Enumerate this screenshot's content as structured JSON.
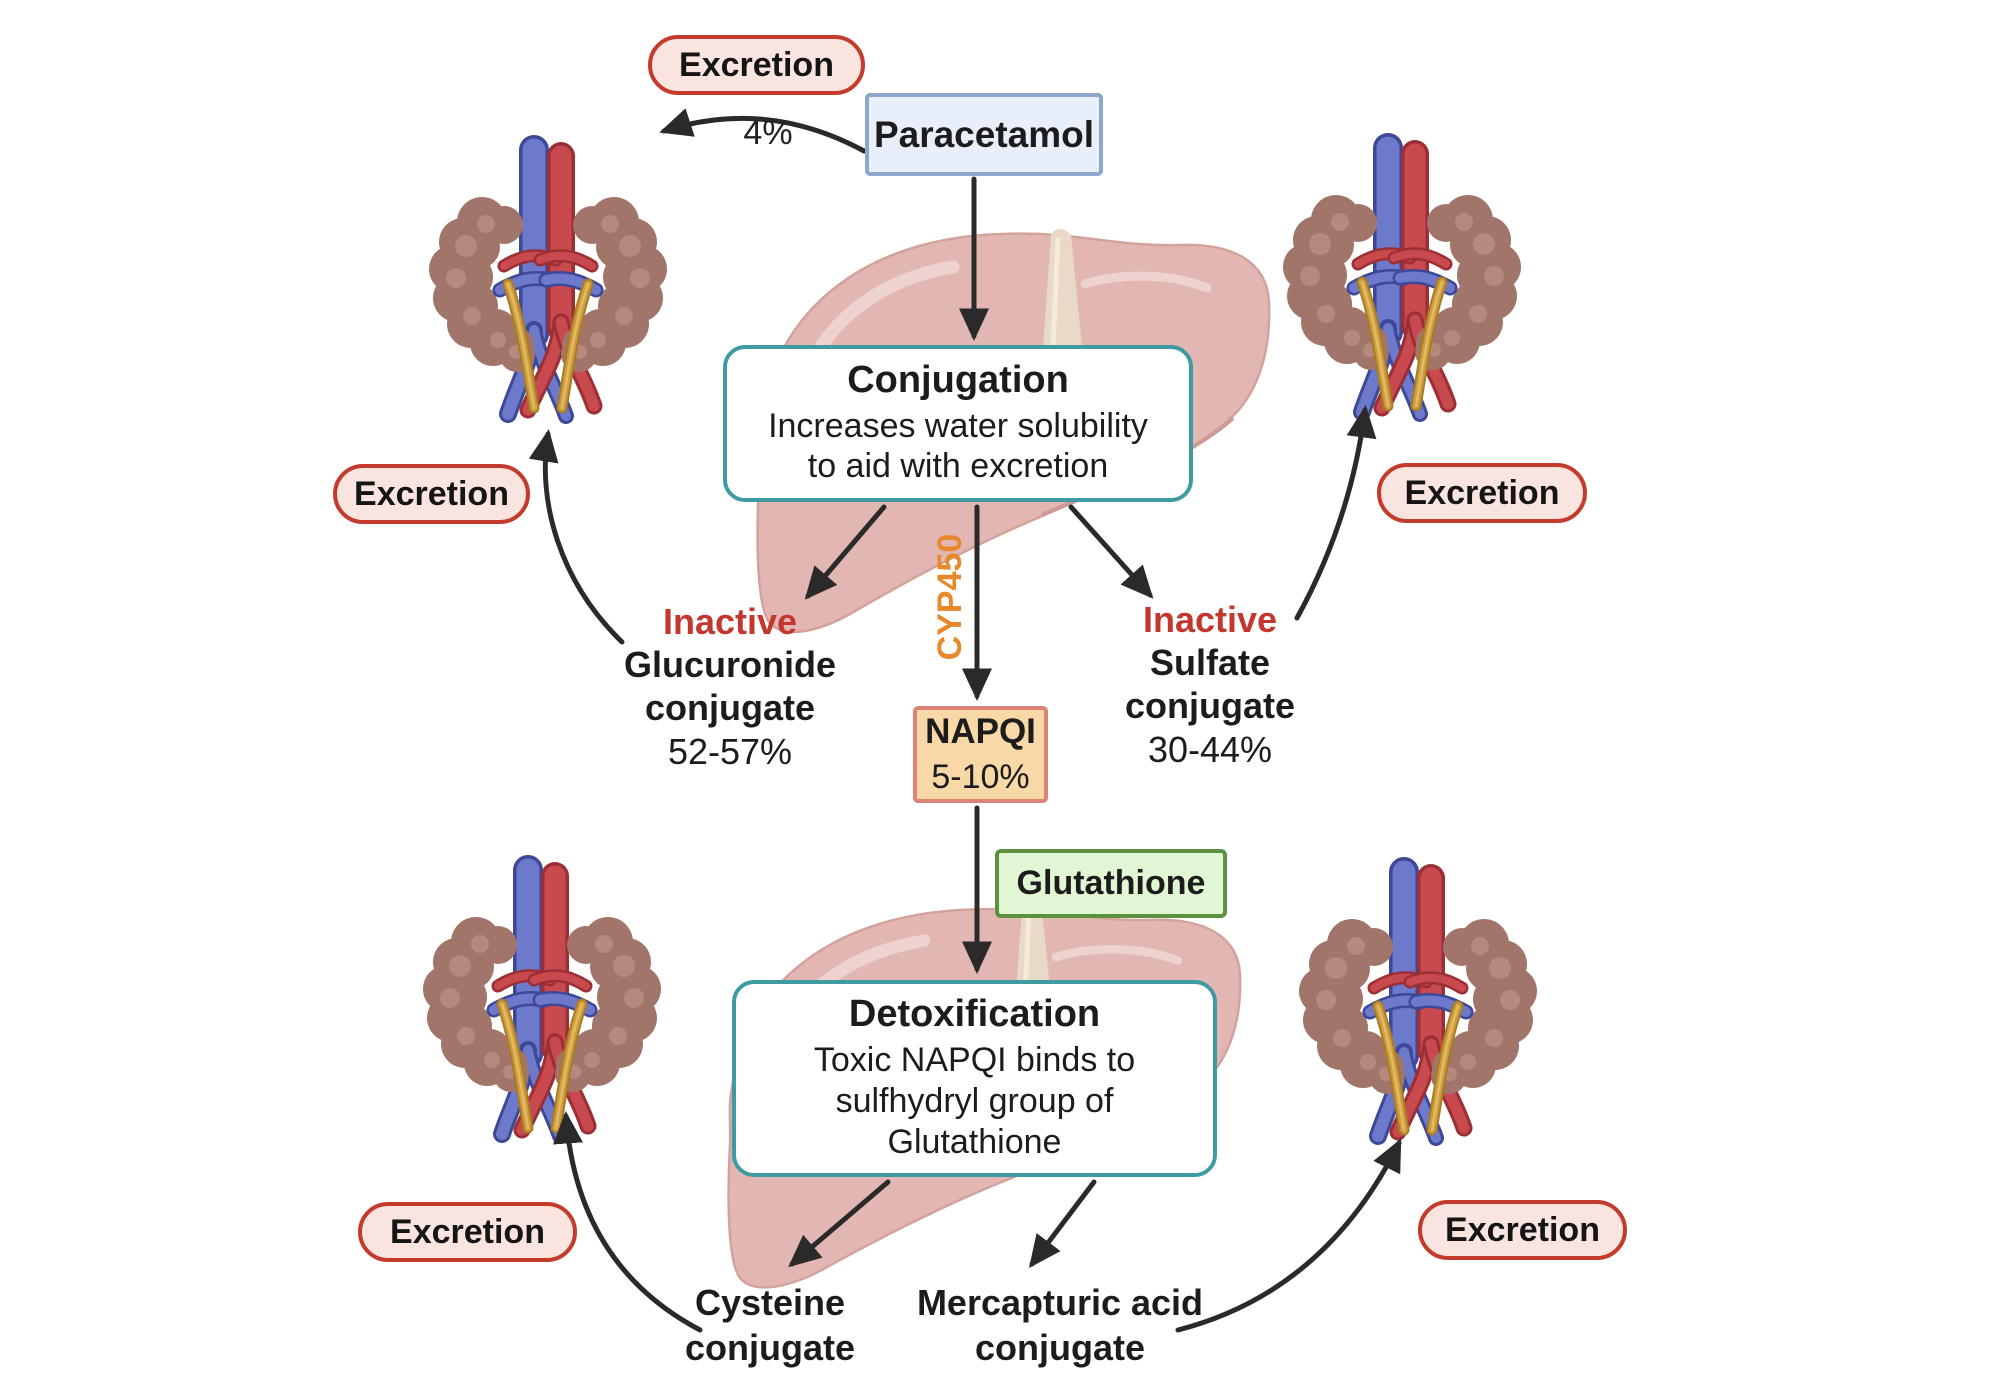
{
  "labels": {
    "excretion": "Excretion",
    "paracetamol_excreted_percent": "4%"
  },
  "nodes": {
    "paracetamol": {
      "label": "Paracetamol"
    },
    "conjugation": {
      "title": "Conjugation",
      "line1": "Increases water solubility",
      "line2": "to aid with excretion"
    },
    "cyp450": {
      "label": "CYP450"
    },
    "napqi": {
      "label": "NAPQI",
      "percent": "5-10%"
    },
    "glutathione": {
      "label": "Glutathione"
    },
    "detoxification": {
      "title": "Detoxification",
      "line1": "Toxic NAPQI binds to",
      "line2": "sulfhydryl group of",
      "line3": "Glutathione"
    },
    "glucuronide": {
      "status": "Inactive",
      "name1": "Glucuronide",
      "name2": "conjugate",
      "percent": "52-57%"
    },
    "sulfate": {
      "status": "Inactive",
      "name1": "Sulfate",
      "name2": "conjugate",
      "percent": "30-44%"
    },
    "cysteine": {
      "name1": "Cysteine",
      "name2": "conjugate"
    },
    "mercapturic": {
      "name1": "Mercapturic acid",
      "name2": "conjugate"
    }
  },
  "colors": {
    "excretion_pill_bg": "#f9e4e0",
    "excretion_pill_border": "#c43a2b",
    "paracetamol_bg": "#e8effa",
    "paracetamol_border": "#8ea6cc",
    "process_box_border": "#3e9ba1",
    "napqi_bg": "#f8d8a6",
    "napqi_border": "#de8276",
    "glutathione_bg": "#e1f6d3",
    "glutathione_border": "#5d9142",
    "inactive_text": "#c3372e",
    "cyp450_text": "#e8872b",
    "arrow": "#2a2a2a",
    "liver": "#e2b6b2",
    "kidney": "#a1756a",
    "aorta_red": "#c8494e",
    "vein_blue": "#6d79ca",
    "ureter_gold": "#cf9d3e"
  },
  "icons": {
    "liver": "liver-organ-illustration",
    "kidneys": "kidneys-with-vessels-illustration",
    "arrow": "flow-arrow"
  }
}
